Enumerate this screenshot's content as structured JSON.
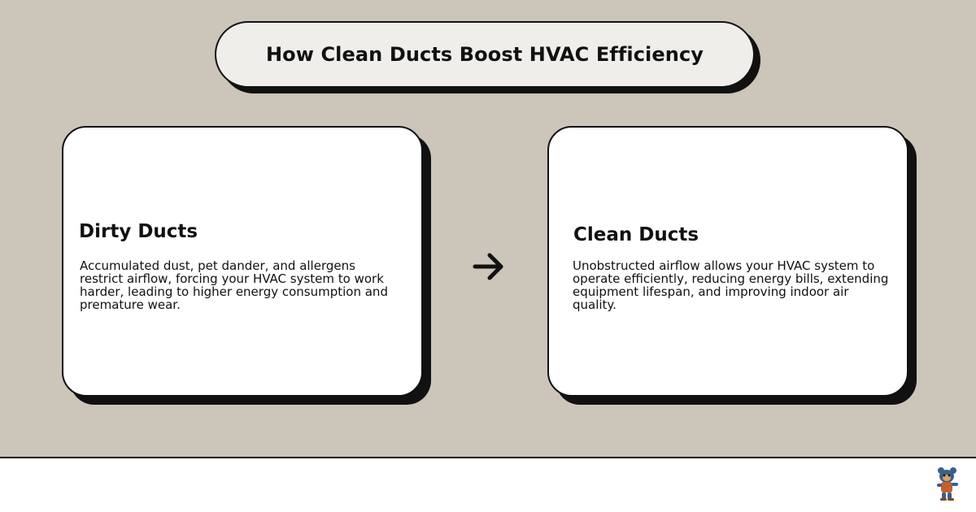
{
  "title": "How Clean Ducts Boost HVAC Efficiency",
  "cards": [
    {
      "heading": "Dirty Ducts",
      "body": "Accumulated dust, pet dander, and allergens restrict airflow, forcing your HVAC system to work harder, leading to higher energy consumption and premature wear."
    },
    {
      "heading": "Clean Ducts",
      "body": "Unobstructed airflow allows your HVAC system to operate efficiently, reducing energy bills, extending equipment lifespan, and improving indoor air quality."
    }
  ],
  "icons": {
    "connector": "arrow-right-icon",
    "brand": "mascot-logo-icon"
  },
  "colors": {
    "background": "#cbc5ba",
    "card": "#ffffff",
    "title_pill": "#efeeea",
    "ink": "#111111",
    "footer": "#ffffff"
  }
}
